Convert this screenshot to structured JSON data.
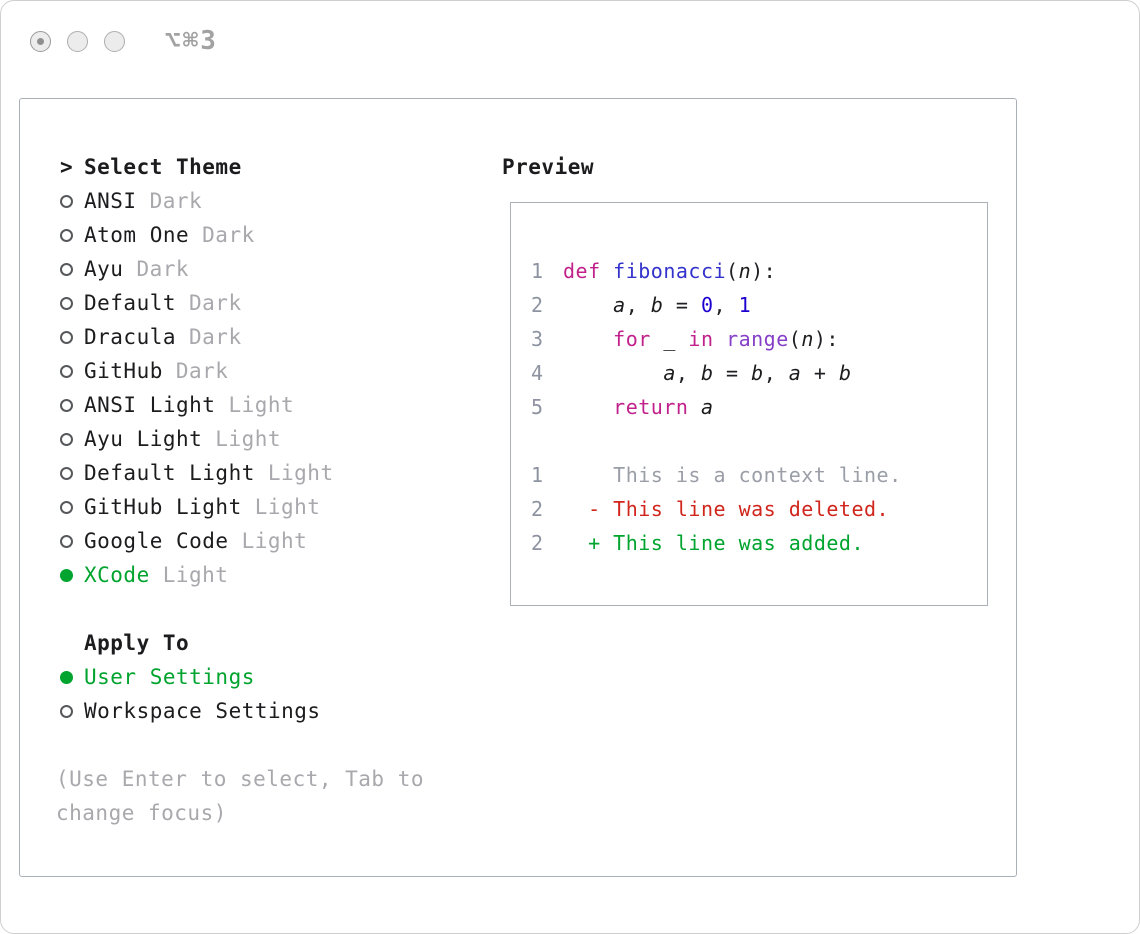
{
  "window": {
    "shortcut": "⌥⌘3"
  },
  "theme_selector": {
    "caret": ">",
    "title": "Select Theme",
    "items": [
      {
        "name": "ANSI",
        "variant": "Dark",
        "selected": false
      },
      {
        "name": "Atom One",
        "variant": "Dark",
        "selected": false
      },
      {
        "name": "Ayu",
        "variant": "Dark",
        "selected": false
      },
      {
        "name": "Default",
        "variant": "Dark",
        "selected": false
      },
      {
        "name": "Dracula",
        "variant": "Dark",
        "selected": false
      },
      {
        "name": "GitHub",
        "variant": "Dark",
        "selected": false
      },
      {
        "name": "ANSI Light",
        "variant": "Light",
        "selected": false
      },
      {
        "name": "Ayu Light",
        "variant": "Light",
        "selected": false
      },
      {
        "name": "Default Light",
        "variant": "Light",
        "selected": false
      },
      {
        "name": "GitHub Light",
        "variant": "Light",
        "selected": false
      },
      {
        "name": "Google Code",
        "variant": "Light",
        "selected": false
      },
      {
        "name": "XCode",
        "variant": "Light",
        "selected": true
      }
    ],
    "apply_to": {
      "title": "Apply To",
      "options": [
        {
          "label": "User Settings",
          "selected": true
        },
        {
          "label": "Workspace Settings",
          "selected": false
        }
      ]
    },
    "hint": "(Use Enter to select, Tab to change focus)"
  },
  "preview": {
    "title": "Preview",
    "code_lines": [
      {
        "num": "1",
        "tokens": [
          {
            "t": "def",
            "c": "kw"
          },
          {
            "t": " ",
            "c": "pl"
          },
          {
            "t": "fibonacci",
            "c": "fn"
          },
          {
            "t": "(",
            "c": "pl"
          },
          {
            "t": "n",
            "c": "var"
          },
          {
            "t": "):",
            "c": "pl"
          }
        ]
      },
      {
        "num": "2",
        "tokens": [
          {
            "t": "    ",
            "c": "pl"
          },
          {
            "t": "a",
            "c": "var"
          },
          {
            "t": ", ",
            "c": "pl"
          },
          {
            "t": "b",
            "c": "var"
          },
          {
            "t": " = ",
            "c": "pl"
          },
          {
            "t": "0",
            "c": "num"
          },
          {
            "t": ", ",
            "c": "pl"
          },
          {
            "t": "1",
            "c": "num"
          }
        ]
      },
      {
        "num": "3",
        "tokens": [
          {
            "t": "    ",
            "c": "pl"
          },
          {
            "t": "for",
            "c": "kw"
          },
          {
            "t": " _ ",
            "c": "pl"
          },
          {
            "t": "in",
            "c": "kw"
          },
          {
            "t": " ",
            "c": "pl"
          },
          {
            "t": "range",
            "c": "call"
          },
          {
            "t": "(",
            "c": "pl"
          },
          {
            "t": "n",
            "c": "var"
          },
          {
            "t": "):",
            "c": "pl"
          }
        ]
      },
      {
        "num": "4",
        "tokens": [
          {
            "t": "        ",
            "c": "pl"
          },
          {
            "t": "a",
            "c": "var"
          },
          {
            "t": ", ",
            "c": "pl"
          },
          {
            "t": "b",
            "c": "var"
          },
          {
            "t": " = ",
            "c": "pl"
          },
          {
            "t": "b",
            "c": "var"
          },
          {
            "t": ", ",
            "c": "pl"
          },
          {
            "t": "a",
            "c": "var"
          },
          {
            "t": " + ",
            "c": "pl"
          },
          {
            "t": "b",
            "c": "var"
          }
        ]
      },
      {
        "num": "5",
        "tokens": [
          {
            "t": "    ",
            "c": "pl"
          },
          {
            "t": "return",
            "c": "kw"
          },
          {
            "t": " ",
            "c": "pl"
          },
          {
            "t": "a",
            "c": "var"
          }
        ]
      }
    ],
    "diff_lines": [
      {
        "num": "1",
        "text": "    This is a context line.",
        "c": "ctx"
      },
      {
        "num": "2",
        "text": "  - This line was deleted.",
        "c": "del"
      },
      {
        "num": "2",
        "text": "  + This line was added.",
        "c": "add"
      }
    ]
  },
  "colors": {
    "accent_green": "#00a42e",
    "diff_red": "#d0261c",
    "keyword_magenta": "#c0218a",
    "function_blue": "#3333cc",
    "call_purple": "#8640c8",
    "number_blue": "#1c00cf",
    "muted_gray": "#a8a8ad",
    "line_number_gray": "#8d93a0",
    "text_black": "#1c1c1e"
  }
}
